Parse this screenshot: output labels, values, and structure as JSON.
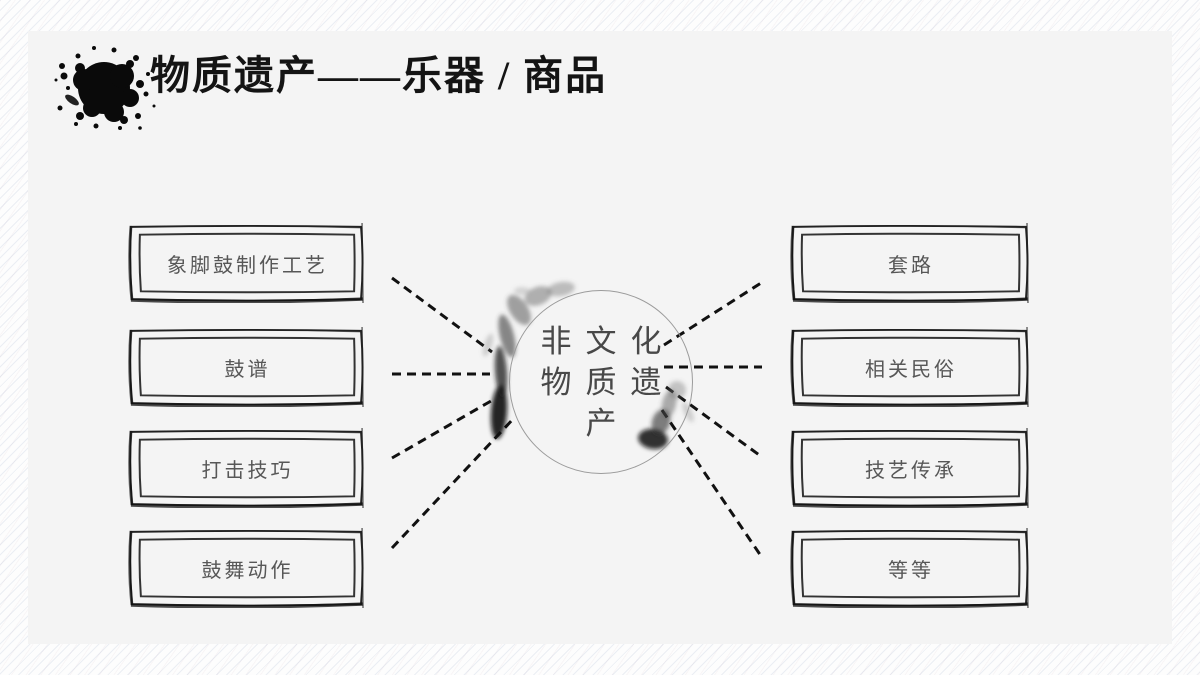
{
  "slide": {
    "title": "物质遗产——乐器 / 商品"
  },
  "diagram": {
    "center": {
      "lines": [
        "非文化",
        "物质遗",
        "产"
      ]
    },
    "left_items": [
      "象脚鼓制作工艺",
      "鼓谱",
      "打击技巧",
      "鼓舞动作"
    ],
    "right_items": [
      "套路",
      "相关民俗",
      "技艺传承",
      "等等"
    ]
  },
  "colors": {
    "ink": "#111111",
    "panel_bg": "#f4f4f4",
    "title_text": "#141414",
    "box_text": "#575757",
    "center_text": "#484848",
    "circle_stroke": "#9b9b9b"
  }
}
